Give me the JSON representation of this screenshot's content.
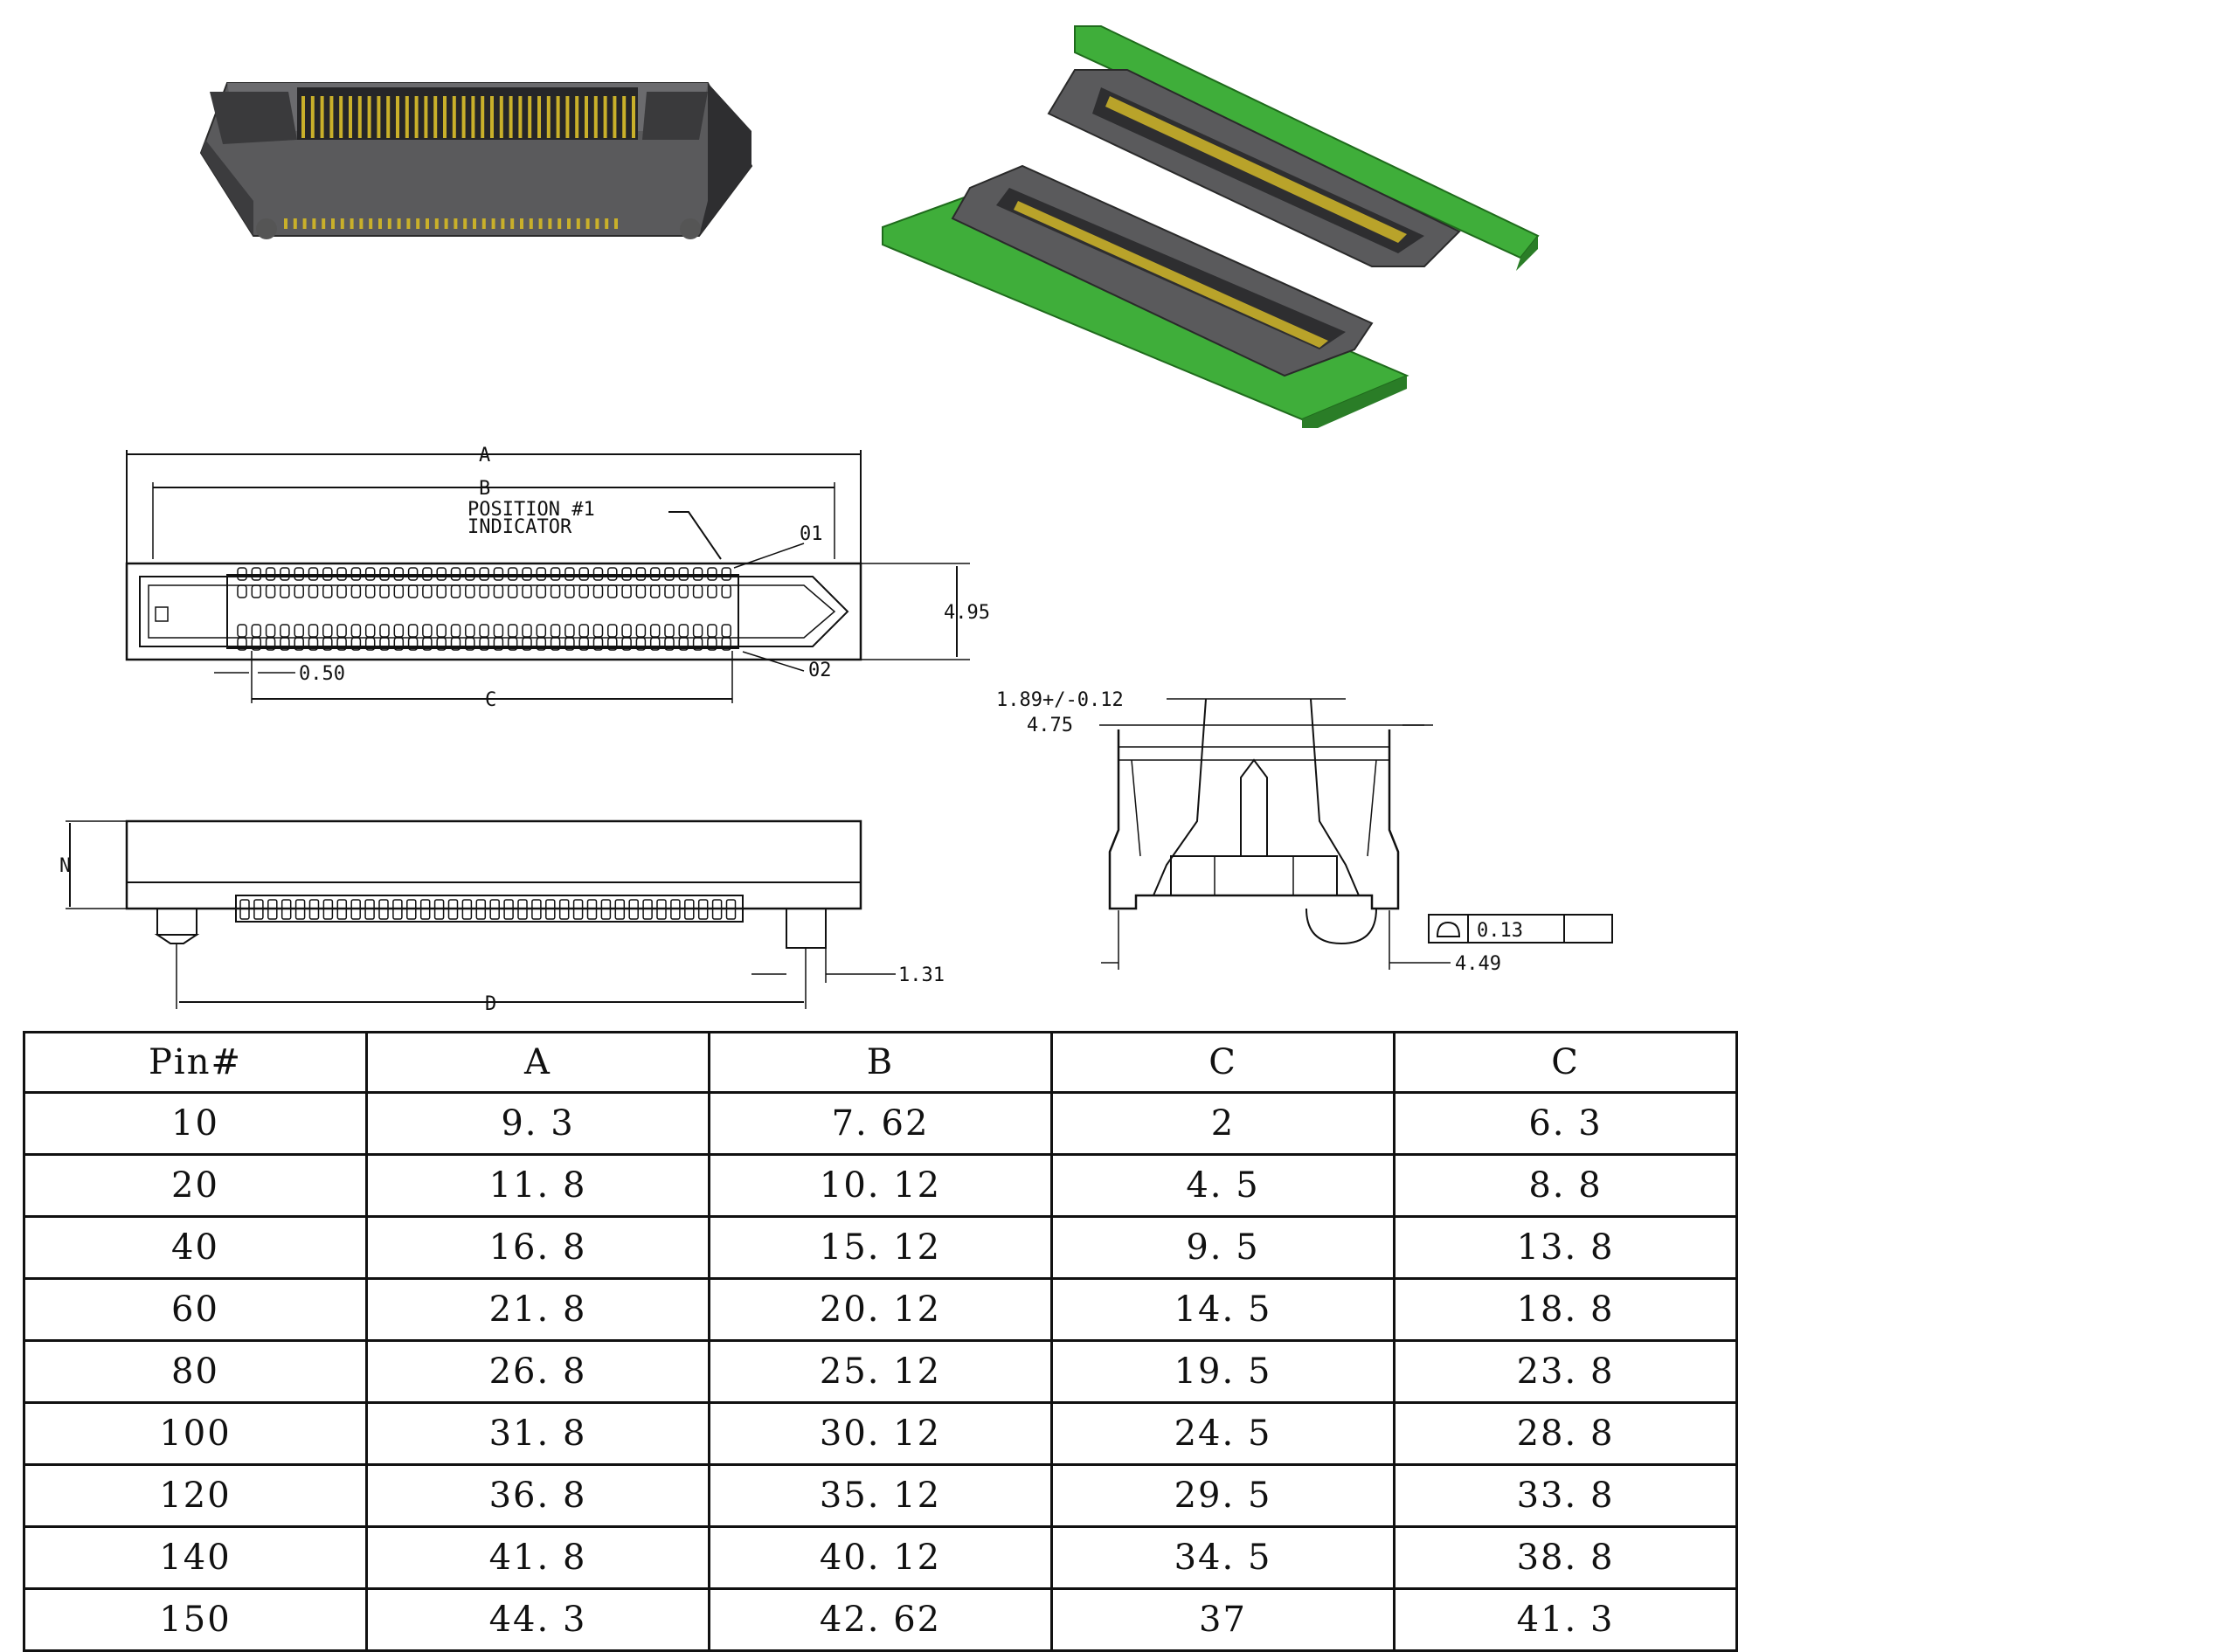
{
  "drawing": {
    "position_label_line1": "POSITION #1",
    "position_label_line2": "INDICATOR",
    "dim_A": "A",
    "dim_B": "B",
    "dim_C": "C",
    "dim_D": "D",
    "dim_N": "N",
    "dim_width": "4.95",
    "dim_pitch": "0.50",
    "row1": "01",
    "row2": "02",
    "dim_foot": "1.31",
    "dim_mate": "1.89+/-0.12",
    "dim_height": "4.75",
    "dim_depth": "4.49",
    "coplanarity": "0.13"
  },
  "table": {
    "headers": [
      "Pin#",
      "A",
      "B",
      "C",
      "C"
    ],
    "rows": [
      [
        "10",
        "9. 3",
        "7. 62",
        "2",
        "6. 3"
      ],
      [
        "20",
        "11. 8",
        "10. 12",
        "4. 5",
        "8. 8"
      ],
      [
        "40",
        "16. 8",
        "15. 12",
        "9. 5",
        "13. 8"
      ],
      [
        "60",
        "21. 8",
        "20. 12",
        "14. 5",
        "18. 8"
      ],
      [
        "80",
        "26. 8",
        "25. 12",
        "19. 5",
        "23. 8"
      ],
      [
        "100",
        "31. 8",
        "30. 12",
        "24. 5",
        "28. 8"
      ],
      [
        "120",
        "36. 8",
        "35. 12",
        "29. 5",
        "33. 8"
      ],
      [
        "140",
        "41. 8",
        "40. 12",
        "34. 5",
        "38. 8"
      ],
      [
        "150",
        "44. 3",
        "42. 62",
        "37",
        "41. 3"
      ]
    ]
  },
  "colors": {
    "connector_body": "#4a4a4c",
    "pin_gold": "#c9b02a",
    "pcb_green": "#3fae3a"
  }
}
